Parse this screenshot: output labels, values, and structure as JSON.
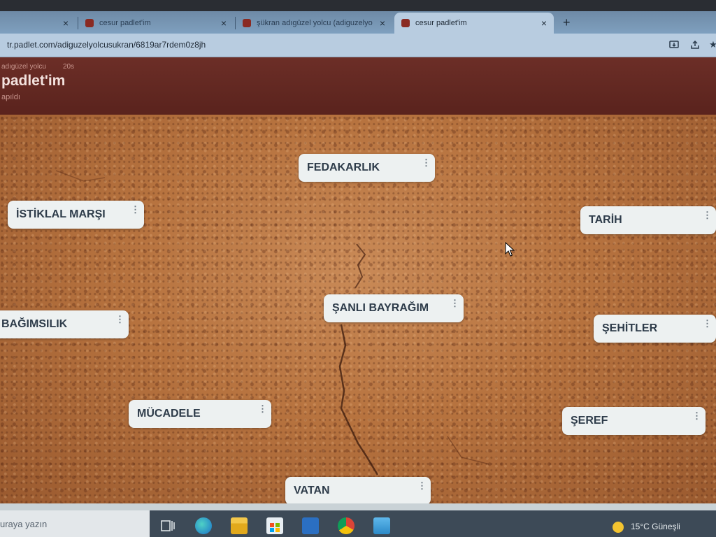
{
  "browser": {
    "tabs": [
      {
        "title": "cesur padlet'im",
        "active": false
      },
      {
        "title": "şükran adıgüzel yolcu (adiguzelyo",
        "active": false
      },
      {
        "title": "cesur padlet'im",
        "active": true
      }
    ],
    "new_tab_symbol": "+",
    "close_symbol": "×",
    "url": "tr.padlet.com/adiguzelyolcusukran/6819ar7rdem0z8jh"
  },
  "padlet": {
    "author": "adıgüzel yolcu",
    "time_ago": "20s",
    "title": "padlet'im",
    "subtitle": "apıldı"
  },
  "posts": [
    {
      "label": "FEDAKARLIK"
    },
    {
      "label": "İSTİKLAL MARŞI"
    },
    {
      "label": "TARİH"
    },
    {
      "label": "ŞANLI BAYRAĞIM"
    },
    {
      "label": "BAĞIMSILIK"
    },
    {
      "label": "ŞEHİTLER"
    },
    {
      "label": "MÜCADELE"
    },
    {
      "label": "ŞEREF"
    },
    {
      "label": "VATAN"
    }
  ],
  "post_menu_symbol": "⋮",
  "taskbar": {
    "search_placeholder": "uraya yazın",
    "weather": "15°C  Güneşli"
  },
  "colors": {
    "header_bg": "#5f261f",
    "card_bg": "#edf1f1",
    "card_text": "#2e3c4a",
    "taskbar_bg": "#3d4a57"
  }
}
